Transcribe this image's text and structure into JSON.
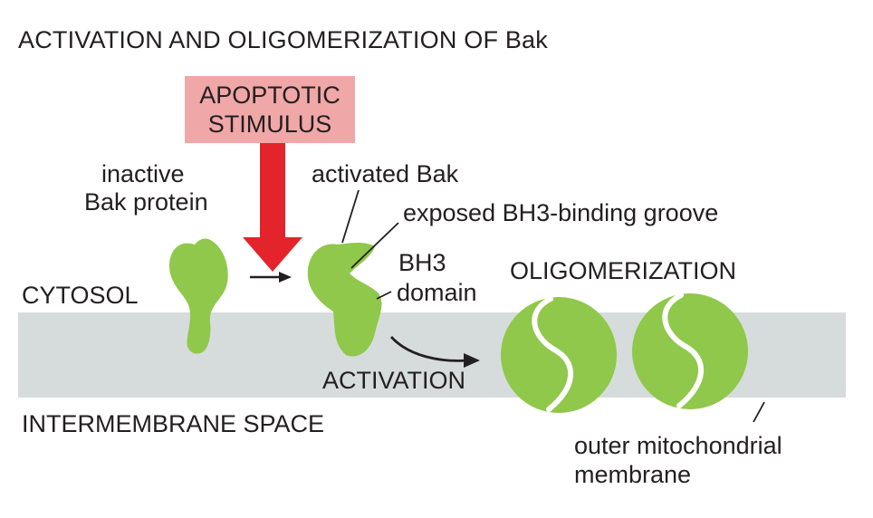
{
  "title": "ACTIVATION AND OLIGOMERIZATION OF Bak",
  "stimulus": {
    "line1": "APOPTOTIC",
    "line2": "STIMULUS"
  },
  "labels": {
    "inactive_line1": "inactive",
    "inactive_line2": "Bak protein",
    "activated": "activated Bak",
    "groove": "exposed BH3-binding groove",
    "bh3_line1": "BH3",
    "bh3_line2": "domain",
    "oligomerization": "OLIGOMERIZATION",
    "cytosol": "CYTOSOL",
    "activation": "ACTIVATION",
    "intermembrane": "INTERMEMBRANE SPACE",
    "membrane_line1": "outer mitochondrial",
    "membrane_line2": "membrane"
  },
  "colors": {
    "protein": "#8fc84a",
    "membrane": "#d6dcdb",
    "stimulus_box": "#f0a7a7",
    "stimulus_arrow": "#e3242b",
    "text": "#231f20"
  }
}
